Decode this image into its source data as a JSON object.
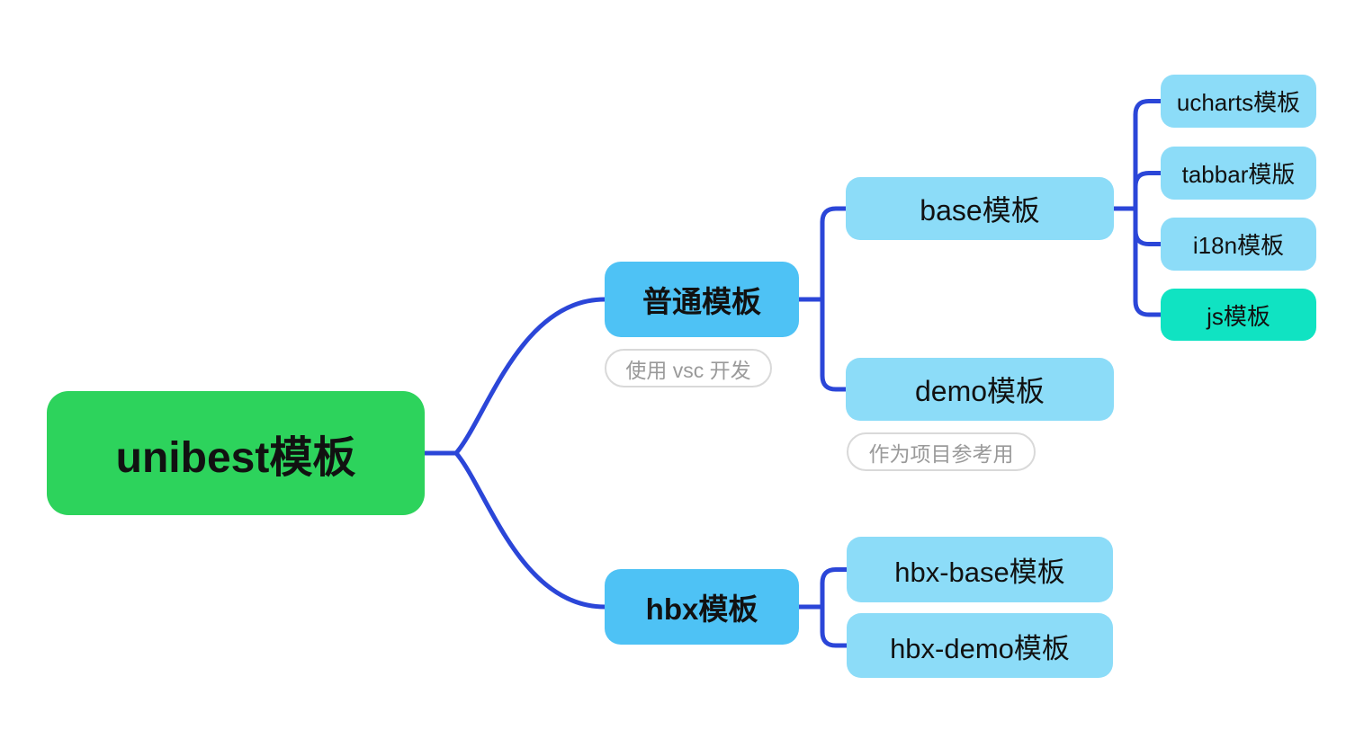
{
  "colors": {
    "root_bg": "#2dd35c",
    "branch_bg": "#4ec2f5",
    "leaf_bg": "#8cdcf8",
    "highlight_bg": "#10e3c2",
    "connector": "#2b46d8",
    "text": "#111111",
    "note_text": "#9a9a9a",
    "note_border": "#d9d9d9",
    "page_bg": "#ffffff"
  },
  "mindmap": {
    "root": {
      "label": "unibest模板"
    },
    "branches": [
      {
        "label": "普通模板",
        "note": "使用 vsc 开发",
        "children": [
          {
            "label": "base模板",
            "children": [
              {
                "label": "ucharts模板"
              },
              {
                "label": "tabbar模版"
              },
              {
                "label": "i18n模板"
              },
              {
                "label": "js模板",
                "highlighted": true
              }
            ]
          },
          {
            "label": "demo模板",
            "note": "作为项目参考用"
          }
        ]
      },
      {
        "label": "hbx模板",
        "children": [
          {
            "label": "hbx-base模板"
          },
          {
            "label": "hbx-demo模板"
          }
        ]
      }
    ]
  }
}
